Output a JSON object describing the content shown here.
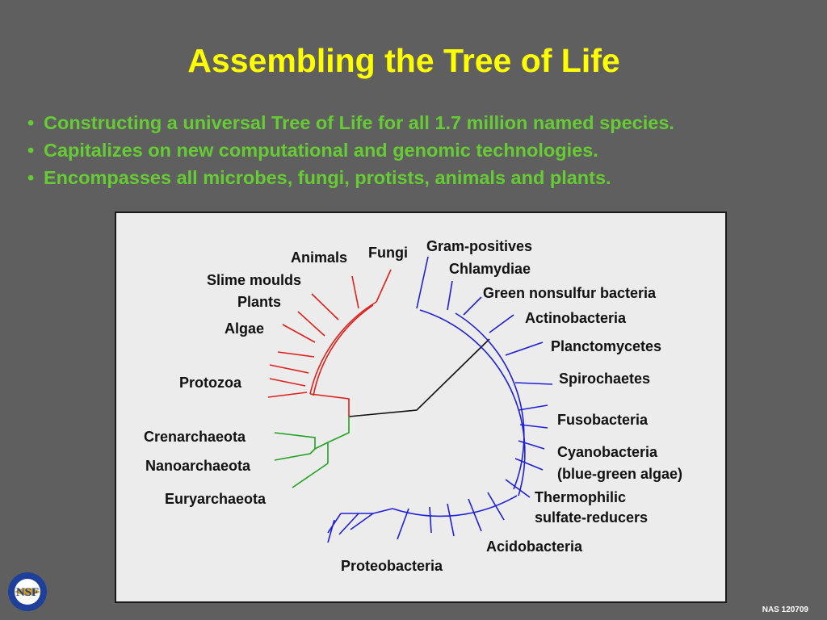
{
  "slide": {
    "title": "Assembling the Tree of Life",
    "bullets": [
      "Constructing a universal Tree of Life for all 1.7 million named species.",
      "Capitalizes on new computational and genomic technologies.",
      "Encompasses all microbes, fungi, protists, animals and plants."
    ],
    "footer_code": "NAS 120709",
    "logo_text": "NSF"
  },
  "colors": {
    "background": "#5f5f5f",
    "title": "#ffff00",
    "bullet_text": "#66cc33",
    "eukaryotes": "#e0201c",
    "archaea": "#1fa31f",
    "bacteria": "#1f1fd6",
    "root": "#111111"
  },
  "tree": {
    "eukaryotes": [
      "Animals",
      "Fungi",
      "Slime moulds",
      "Plants",
      "Algae",
      "Protozoa"
    ],
    "archaea": [
      "Crenarchaeota",
      "Nanoarchaeota",
      "Euryarchaeota"
    ],
    "bacteria": [
      "Gram-positives",
      "Chlamydiae",
      "Green nonsulfur bacteria",
      "Actinobacteria",
      "Planctomycetes",
      "Spirochaetes",
      "Fusobacteria",
      "Cyanobacteria",
      "(blue-green algae)",
      "Thermophilic",
      "sulfate-reducers",
      "Acidobacteria",
      "Proteobacteria"
    ]
  }
}
